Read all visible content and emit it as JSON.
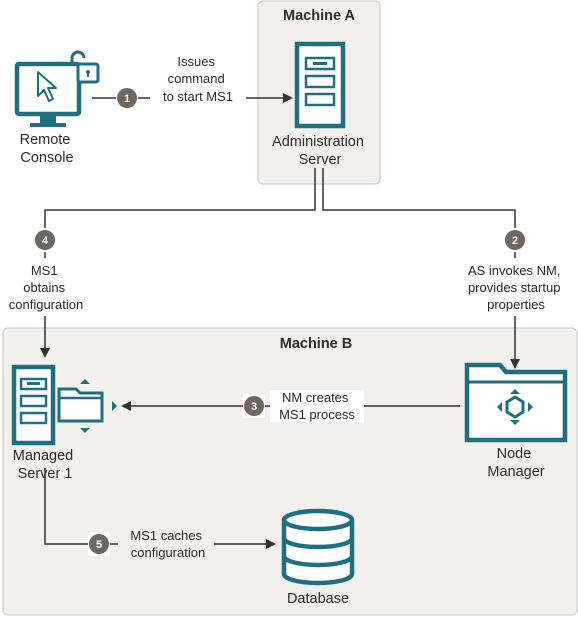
{
  "machine_a": {
    "title": "Machine A"
  },
  "machine_b": {
    "title": "Machine B"
  },
  "nodes": {
    "remote_console": [
      "Remote",
      "Console"
    ],
    "admin_server": [
      "Administration",
      "Server"
    ],
    "managed_server": [
      "Managed",
      "Server 1"
    ],
    "node_manager": [
      "Node",
      "Manager"
    ],
    "database": [
      "Database"
    ]
  },
  "steps": [
    {
      "number": "1",
      "text": [
        "Issues",
        "command",
        "to start MS1"
      ]
    },
    {
      "number": "2",
      "text": [
        "AS invokes NM,",
        "provides startup",
        "properties"
      ]
    },
    {
      "number": "3",
      "text": [
        "NM creates",
        "MS1 process"
      ]
    },
    {
      "number": "4",
      "text": [
        "MS1",
        "obtains",
        "configuration"
      ]
    },
    {
      "number": "5",
      "text": [
        "MS1 caches",
        "configuration"
      ]
    }
  ],
  "colors": {
    "teal": "#1f6f81",
    "step_badge": "#6e6760",
    "line": "#333333",
    "machine_bg": "#f1f0ed",
    "machine_border": "#c8c6c2"
  }
}
